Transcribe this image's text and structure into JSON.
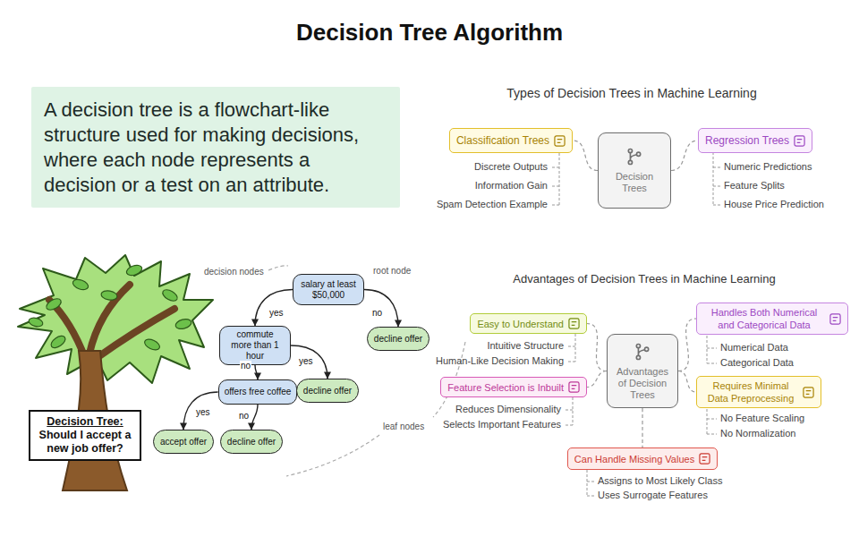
{
  "diagram": {
    "title": "Decision Tree Algorithm",
    "nodes": [
      {
        "text": [
          "A decision tree is a flowchart-like structure used for making decisions, where each node represents a decision or a test on an attribute."
        ]
      },
      {
        "text": [
          "Classification Trees"
        ]
      },
      {
        "text": [
          "Decision Trees"
        ]
      },
      {
        "text": [
          "Regression Trees"
        ]
      },
      {
        "text": [
          "salary at least $50,000"
        ]
      },
      {
        "text": [
          "commute more than 1 hour"
        ]
      },
      {
        "text": [
          "decline offer"
        ]
      },
      {
        "text": [
          "offers free coffee"
        ]
      },
      {
        "text": [
          "decline offer"
        ]
      },
      {
        "text": [
          "Decision Tree:",
          "Should I accept a new job offer?"
        ]
      },
      {
        "text": [
          "accept offer"
        ]
      },
      {
        "text": [
          "decline offer"
        ]
      },
      {
        "text": [
          "Easy to Understand"
        ]
      },
      {
        "text": [
          "Handles Both Numerical and Categorical Data"
        ]
      },
      {
        "text": [
          "Advantages of Decision Trees"
        ]
      },
      {
        "text": [
          "Feature Selection is Inbuilt"
        ]
      },
      {
        "text": [
          "Requires Minimal Data Preprocessing"
        ]
      },
      {
        "text": [
          "Can Handle Missing Values"
        ]
      }
    ],
    "edges": [
      {
        "from": 4,
        "to": 5,
        "label": "yes",
        "arrow": "to"
      },
      {
        "from": 4,
        "to": 6,
        "label": "no",
        "arrow": "to"
      },
      {
        "from": 5,
        "to": 8,
        "label": "yes",
        "arrow": "to"
      },
      {
        "from": 5,
        "to": 7,
        "label": "no",
        "arrow": "to"
      },
      {
        "from": 7,
        "to": 10,
        "label": "yes",
        "arrow": "to"
      },
      {
        "from": 7,
        "to": 11,
        "label": "no",
        "arrow": "to"
      },
      {
        "from": 2,
        "to": 1,
        "arrow": "none"
      },
      {
        "from": 2,
        "to": 3,
        "arrow": "none"
      },
      {
        "from": 14,
        "to": 12,
        "arrow": "none"
      },
      {
        "from": 14,
        "to": 13,
        "arrow": "none"
      },
      {
        "from": 14,
        "to": 15,
        "arrow": "none"
      },
      {
        "from": 14,
        "to": 16,
        "arrow": "none"
      },
      {
        "from": 14,
        "to": 17,
        "arrow": "none"
      }
    ],
    "labels": [
      "Types of Decision Trees in Machine Learning",
      "Discrete Outputs",
      "Information Gain",
      "Spam Detection Example",
      "Numeric Predictions",
      "Feature Splits",
      "House Price Prediction",
      "decision nodes",
      "root node",
      "leaf nodes",
      "Advantages of Decision Trees in Machine Learning",
      "Intuitive Structure",
      "Human-Like Decision Making",
      "Numerical Data",
      "Categorical Data",
      "Reduces Dimensionality",
      "Selects Important Features",
      "No Feature Scaling",
      "No Normalization",
      "Assigns to Most Likely Class",
      "Uses Surrogate Features"
    ]
  }
}
